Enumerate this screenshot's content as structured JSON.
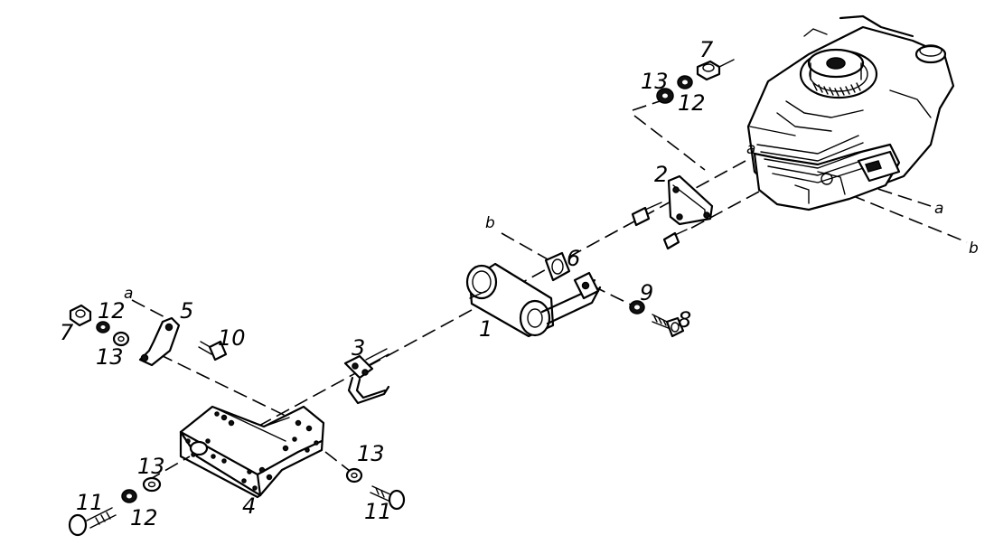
{
  "callouts": {
    "c1": "1",
    "c2": "2",
    "c3": "3",
    "c4": "4",
    "c5": "5",
    "c6": "6",
    "c7_top": "7",
    "c7_left": "7",
    "c8": "8",
    "c9": "9",
    "c10": "10",
    "c11_left": "11",
    "c11_right": "11",
    "c12_top": "12",
    "c12_left": "12",
    "c12_bottom": "12",
    "c13_top": "13",
    "c13_left": "13",
    "c13_bottom_left": "13",
    "c13_bottom_right": "13"
  },
  "refs": {
    "a_left": "a",
    "a_engine": "a",
    "a_right": "a",
    "b_left": "b",
    "b_right": "b"
  }
}
